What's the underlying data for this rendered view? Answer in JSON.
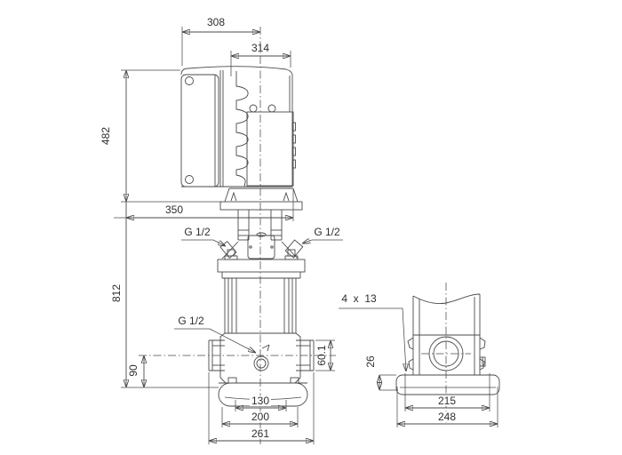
{
  "colors": {
    "ink": "#4a4a4a",
    "background": "#ffffff"
  },
  "dimensions": {
    "motor_depth": "308",
    "motor_width": "314",
    "motor_height": "482",
    "head_depth": "350",
    "total_height": "812",
    "gauge_port_left": "G 1/2",
    "gauge_port_right": "G 1/2",
    "drain_port": "G 1/2",
    "port_center_height": "90",
    "port_flange_size": "60.1",
    "base_slot_spacing": "130",
    "base_mid_width": "200",
    "port_to_port": "261",
    "bolt_holes": "4  x  13",
    "base_height": "26",
    "side_hole_spacing": "215",
    "side_base_width": "248"
  }
}
